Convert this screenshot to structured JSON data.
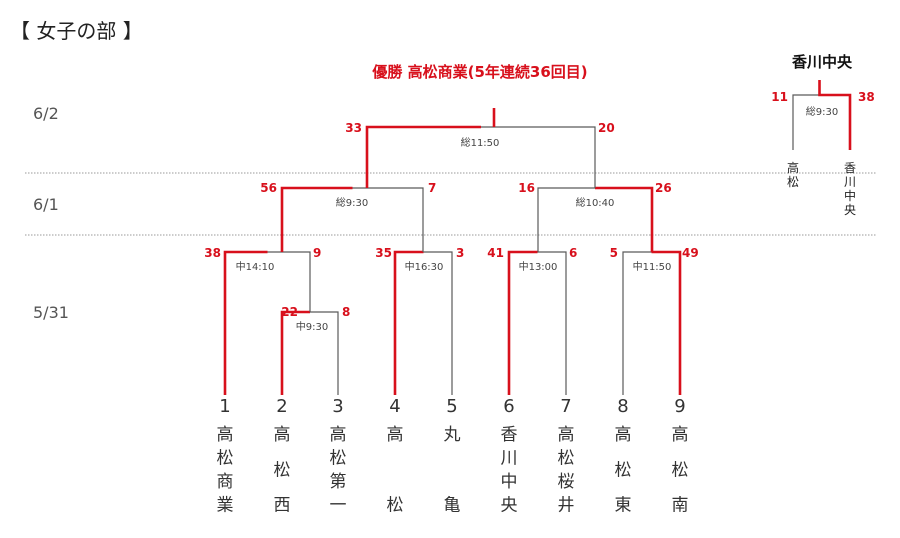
{
  "page": {
    "title": "【 女子の部 】"
  },
  "champion_text": "優勝 高松商業(5年連続36回目)",
  "dates": [
    "6/2",
    "6/1",
    "5/31"
  ],
  "teams": [
    {
      "num": "1",
      "name": [
        "高",
        "松",
        "商",
        "業"
      ]
    },
    {
      "num": "2",
      "name": [
        "高",
        "松",
        "西"
      ]
    },
    {
      "num": "3",
      "name": [
        "高",
        "松",
        "第",
        "一"
      ]
    },
    {
      "num": "4",
      "name": [
        "高",
        "松"
      ]
    },
    {
      "num": "5",
      "name": [
        "丸",
        "亀"
      ]
    },
    {
      "num": "6",
      "name": [
        "香",
        "川",
        "中",
        "央"
      ]
    },
    {
      "num": "7",
      "name": [
        "高",
        "松",
        "桜",
        "井"
      ]
    },
    {
      "num": "8",
      "name": [
        "高",
        "松",
        "東"
      ]
    },
    {
      "num": "9",
      "name": [
        "高",
        "松",
        "南"
      ]
    }
  ],
  "matches": [
    {
      "id": "m23",
      "time": "中9:30",
      "left_score": "22",
      "right_score": "8",
      "winner": "left"
    },
    {
      "id": "m1",
      "time": "中14:10",
      "left_score": "38",
      "right_score": "9",
      "winner": "left"
    },
    {
      "id": "m45",
      "time": "中16:30",
      "left_score": "35",
      "right_score": "3",
      "winner": "left"
    },
    {
      "id": "m67",
      "time": "中13:00",
      "left_score": "41",
      "right_score": "6",
      "winner": "left"
    },
    {
      "id": "m89",
      "time": "中11:50",
      "left_score": "5",
      "right_score": "49",
      "winner": "right"
    },
    {
      "id": "semi_left",
      "time": "総9:30",
      "left_score": "56",
      "right_score": "7",
      "winner": "left"
    },
    {
      "id": "semi_right",
      "time": "総10:40",
      "left_score": "16",
      "right_score": "26",
      "winner": "right"
    },
    {
      "id": "final",
      "time": "総11:50",
      "left_score": "33",
      "right_score": "20",
      "winner": "left"
    }
  ],
  "side_bracket": {
    "winner_name": "香川中央",
    "time": "総9:30",
    "left_score": "11",
    "right_score": "38",
    "left_team": [
      "高",
      "松"
    ],
    "right_team": [
      "香",
      "川",
      "中",
      "央"
    ],
    "winner": "right"
  },
  "colors": {
    "winner_line": "#d8101c",
    "loser_line": "#5a5a5a",
    "score": "#d8101c"
  }
}
